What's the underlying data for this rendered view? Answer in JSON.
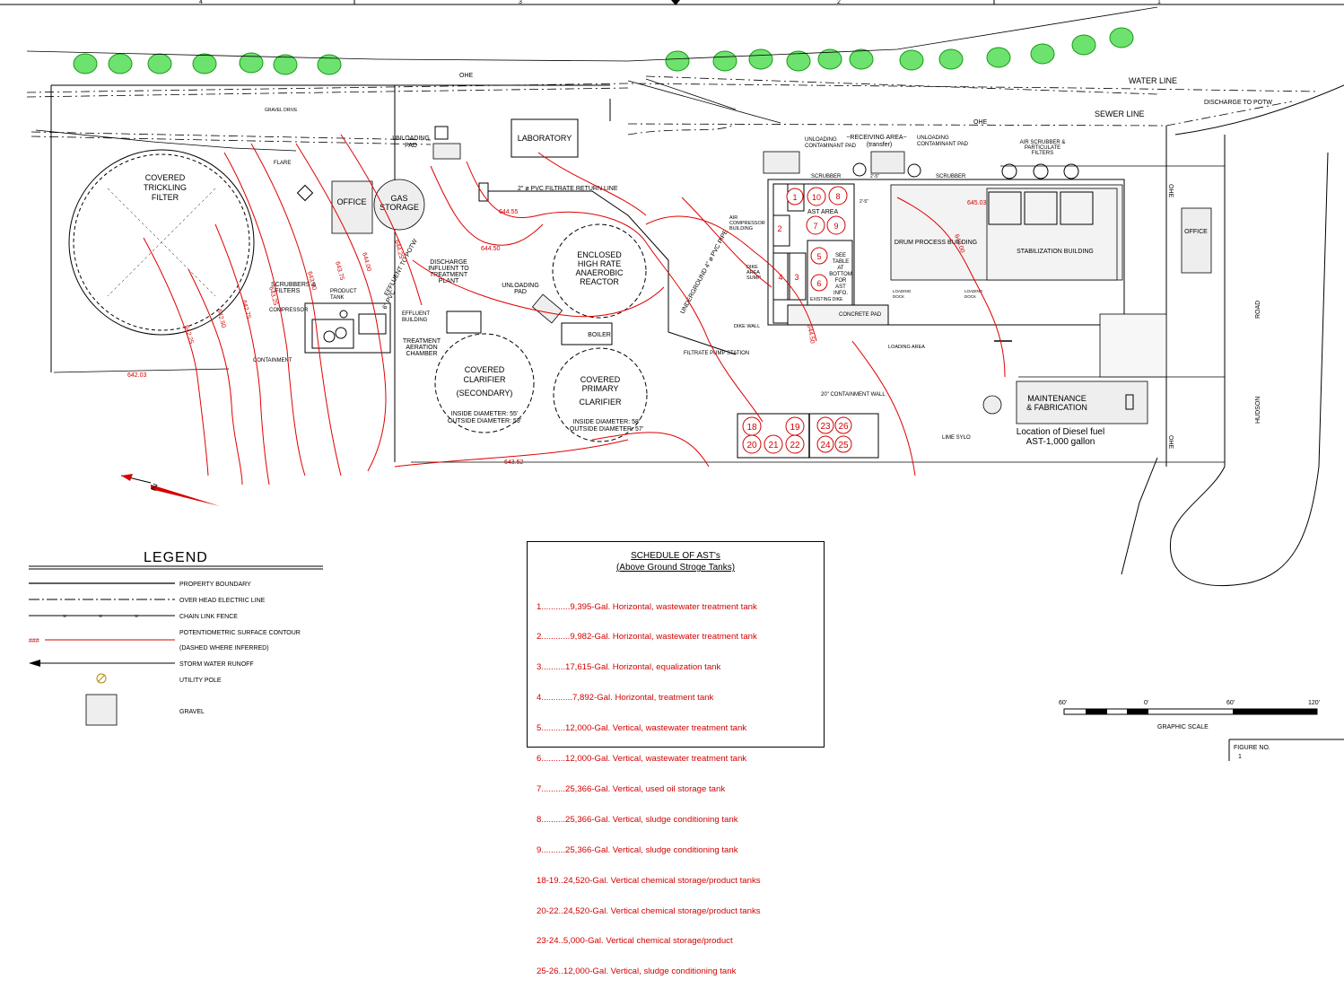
{
  "frame": {
    "columns": [
      "4",
      "3",
      "2",
      "1"
    ]
  },
  "labels": {
    "ohe": "OHE",
    "water_line": "WATER LINE",
    "sewer_line": "SEWER LINE",
    "discharge_potw": "DISCHARGE TO POTW",
    "gravel_drive": "GRAVEL DRIVE",
    "trickling_filter": [
      "COVERED",
      "TRICKLING",
      "FILTER"
    ],
    "flare": "FLARE",
    "office": "OFFICE",
    "gas_storage": [
      "GAS",
      "STORAGE"
    ],
    "laboratory": "LABORATORY",
    "unloading_pad": [
      "UNLOADING",
      "PAD"
    ],
    "effluent_to_potw": "EFFLUENT TO POTW",
    "pvc_6": "6\" PVC",
    "discharge_influent": [
      "DISCHARGE",
      "INFLUENT TO",
      "TREATMENT",
      "PLANT"
    ],
    "filtrate_return": "2\" ø PVC FILTRATE RETURN LINE",
    "reactor": [
      "ENCLOSED",
      "HIGH RATE",
      "ANAEROBIC",
      "REACTOR"
    ],
    "unloading_pad_2": [
      "UNLOADING",
      "PAD"
    ],
    "scrubbers_filters": [
      "SCRUBBERS &",
      "FILTERS"
    ],
    "product_tank": [
      "PRODUCT",
      "TANK"
    ],
    "compressor": "COMPRESSOR",
    "containment": "CONTAINMENT",
    "effluent_building": [
      "EFFLUENT",
      "BUILDING"
    ],
    "aeration_chamber": [
      "TREATMENT",
      "AERATION",
      "CHAMBER"
    ],
    "boiler": "BOILER",
    "clarifier_secondary": [
      "COVERED",
      "CLARIFIER",
      "(SECONDARY)"
    ],
    "clarifier_secondary_dims": [
      "INSIDE DIAMETER: 55'",
      "OUTSIDE DIAMETER: 58'"
    ],
    "clarifier_primary": [
      "COVERED",
      "PRIMARY",
      "CLARIFIER"
    ],
    "clarifier_primary_dims": [
      "INSIDE DIAMETER: 58'",
      "OUTSIDE DIAMETER: 57'"
    ],
    "underground_pipe": "UNDERGROUND 4\" ø PVC PIPE",
    "filtrate_pump": "FILTRATE PUMP STATION",
    "air_compressor": [
      "AIR",
      "COMPRESSOR",
      "BUILDING"
    ],
    "dike_sump": [
      "DIKE",
      "AREA",
      "SUMP"
    ],
    "dike_wall": "DIKE WALL",
    "unloading_contaminant_1": [
      "UNLOADING",
      "CONTAMINANT PAD"
    ],
    "receiving_area": [
      "~RECEIVING AREA~",
      "(transfer)"
    ],
    "unloading_contaminant_2": [
      "UNLOADING",
      "CONTAMINANT PAD"
    ],
    "scrubber": "SCRUBBER",
    "ast_area": "AST AREA",
    "see_table": [
      "SEE",
      "TABLE",
      "AT",
      "BOTTOM",
      "FOR",
      "AST",
      "INFO."
    ],
    "existing_dike": "EXISTING DIKE",
    "concrete_pad": "CONCRETE PAD",
    "dim_2_5": "2'-5\"",
    "drum_process": "DRUM PROCESS BUILDING",
    "stabilization": "STABILIZATION BUILDING",
    "loading_dock": [
      "LOADING",
      "DOCK"
    ],
    "loading_area": "LOADING AREA",
    "air_scrubber": [
      "AIR SCRUBBER &",
      "PARTICULATE",
      "FILTERS"
    ],
    "office_east": "OFFICE",
    "containment_wall": "20\" CONTAINMENT WALL",
    "lime_sylo": "LIME SYLO",
    "maintenance": [
      "MAINTENANCE",
      "& FABRICATION"
    ],
    "diesel": [
      "Location of Diesel fuel",
      "AST-1,000 gallon"
    ],
    "hudson_road": [
      "HUDSON",
      "ROAD"
    ]
  },
  "contours": [
    "644.55",
    "644.50",
    "644.25",
    "644.00",
    "643.75",
    "643.50",
    "643.25",
    "642.75",
    "642.50",
    "642.25",
    "642.03",
    "643.52",
    "645.03",
    "645.00",
    "644.50"
  ],
  "tank_numbers": {
    "ast": [
      "1",
      "10",
      "8",
      "2",
      "7",
      "9",
      "3",
      "4",
      "5",
      "6"
    ],
    "chem": [
      "18",
      "19",
      "20",
      "21",
      "22",
      "23",
      "26",
      "24",
      "25"
    ]
  },
  "legend": {
    "title": "LEGEND",
    "items": [
      "PROPERTY BOUNDARY",
      "OVER HEAD ELECTRIC LINE",
      "CHAIN LINK FENCE",
      "POTENTIOMETRIC SURFACE CONTOUR",
      "(DASHED WHERE INFERRED)",
      "STORM WATER RUNOFF",
      "UTILITY POLE",
      "GRAVEL"
    ],
    "contour_symbol": "###"
  },
  "schedule": {
    "title": "SCHEDULE OF AST's",
    "subtitle": "(Above Ground Stroge Tanks)",
    "rows": [
      "1............9,395-Gal. Horizontal, wastewater treatment tank",
      "2............9,982-Gal. Horizontal, wastewater treatment tank",
      "3..........17,615-Gal. Horizontal, equalization tank",
      "4.............7,892-Gal. Horizontal, treatment tank",
      "5..........12,000-Gal. Vertical, wastewater treatment tank",
      "6..........12,000-Gal. Vertical, wastewater treatment tank",
      "7..........25,366-Gal. Vertical, used oil storage tank",
      "8..........25,366-Gal. Vertical, sludge conditioning tank",
      "9..........25,366-Gal. Vertical, sludge conditioning tank",
      "18-19..24,520-Gal. Vertical chemical storage/product tanks",
      "20-22..24,520-Gal. Vertical chemical storage/product tanks",
      "23-24..5,000-Gal. Vertical chemical storage/product",
      "25-26..12,000-Gal. Vertical, sludge conditioning tank"
    ]
  },
  "scale": {
    "ticks": [
      "60'",
      "0'",
      "60'",
      "120'"
    ],
    "label": "GRAPHIC SCALE"
  },
  "figure": {
    "label": "FIGURE NO.",
    "number": "1"
  },
  "colors": {
    "contour": "#d40000",
    "tree": "#6ee26e",
    "tree_outline": "#159a15"
  }
}
